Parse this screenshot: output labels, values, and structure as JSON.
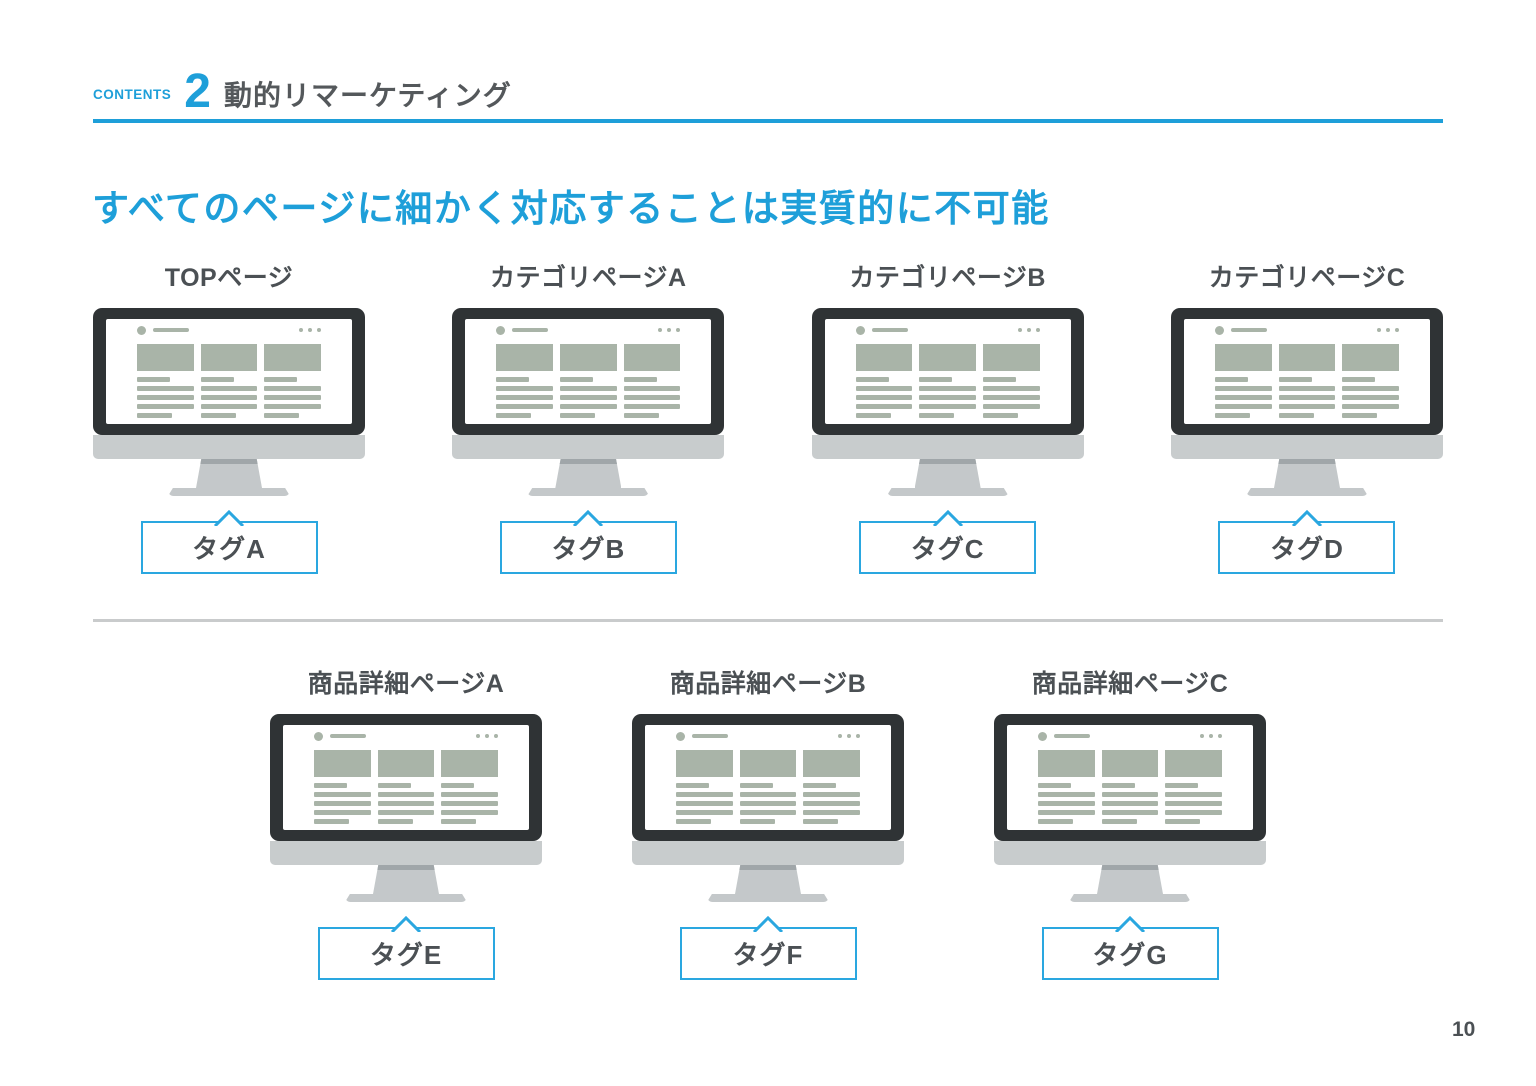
{
  "header": {
    "contents_label": "CONTENTS",
    "section_number": "2",
    "section_title": "動的リマーケティング"
  },
  "heading": "すべてのページに細かく対応することは実質的に不可能",
  "rows": [
    {
      "items": [
        {
          "label": "TOPページ",
          "tag": "タグA"
        },
        {
          "label": "カテゴリページA",
          "tag": "タグB"
        },
        {
          "label": "カテゴリページB",
          "tag": "タグC"
        },
        {
          "label": "カテゴリページC",
          "tag": "タグD"
        }
      ]
    },
    {
      "items": [
        {
          "label": "商品詳細ページA",
          "tag": "タグE"
        },
        {
          "label": "商品詳細ページB",
          "tag": "タグF"
        },
        {
          "label": "商品詳細ページC",
          "tag": "タグG"
        }
      ]
    }
  ],
  "monitor_illustration": {
    "logo_icon": "circle-with-line",
    "menu_icon": "three-dots",
    "columns": 3,
    "text_lines_per_column": 5
  },
  "footer": {
    "page_number": "10"
  },
  "colors": {
    "accent_blue": "#1e9fd9",
    "tag_border_blue": "#2aa7e0",
    "monitor_frame": "#2f3335",
    "placeholder_sage": "#a9b4a8",
    "chin_gray": "#c8cccd",
    "stand_gray": "#c4c8ca",
    "stand_shadow": "#a0a6a9",
    "divider_gray": "#c9cbcc",
    "text_dark": "#4b5054",
    "title_gray": "#54585b"
  }
}
